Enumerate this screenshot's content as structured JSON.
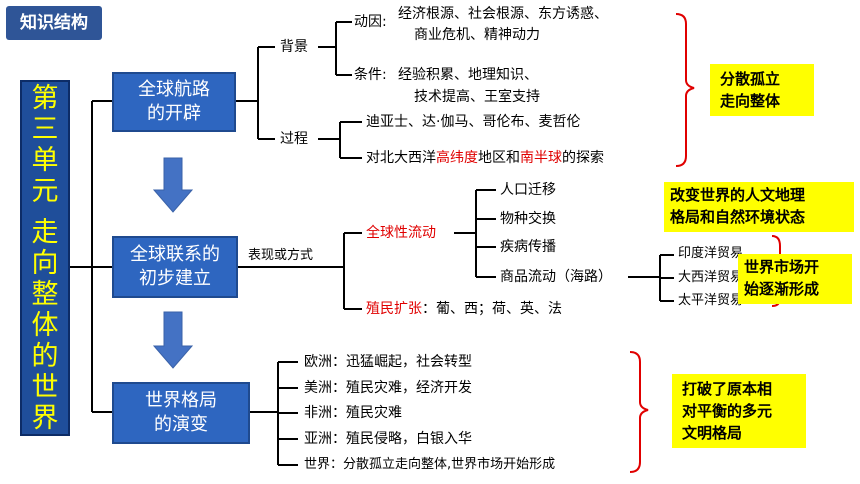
{
  "tag": "知识结构",
  "unit_title": [
    "第",
    "三",
    "单",
    "元",
    "",
    "走",
    "向",
    "整",
    "体",
    "的",
    "世",
    "界"
  ],
  "sections": {
    "s1": {
      "line1": "全球航路",
      "line2": "的开辟"
    },
    "s2": {
      "line1": "全球联系的",
      "line2": "初步建立"
    },
    "s3": {
      "line1": "世界格局",
      "line2": "的演变"
    }
  },
  "s1": {
    "background": "背景",
    "process": "过程",
    "cause_label": "动因:",
    "cause_line1": "经济根源、社会根源、东方诱惑、",
    "cause_line2": "商业危机、精神动力",
    "cond_label": "条件:",
    "cond_line1": "经验积累、地理知识、",
    "cond_line2": "技术提高、王室支持",
    "proc_line1": "迪亚士、达·伽马、哥伦布、麦哲伦",
    "proc_line2_a": "对北大西洋",
    "proc_line2_b": "高纬度",
    "proc_line2_c": "地区和",
    "proc_line2_d": "南半球",
    "proc_line2_e": "的探索",
    "note": [
      "分散孤立",
      "走向整体"
    ]
  },
  "s2": {
    "mode": "表现或方式",
    "flow": "全球性流动",
    "items": [
      "人口迁移",
      "物种交换",
      "疾病传播",
      "商品流动（海路）"
    ],
    "trade": [
      "印度洋贸易",
      "大西洋贸易",
      "太平洋贸易"
    ],
    "colony_label": "殖民扩张",
    "colony_rest": "：葡、西；荷、英、法",
    "note1": [
      "改变世界的人文地理",
      "格局和自然环境状态"
    ],
    "note2": [
      "世界市场开",
      "始逐渐形成"
    ]
  },
  "s3": {
    "items": [
      "欧洲：迅猛崛起，社会转型",
      "美洲：殖民灾难，经济开发",
      "非洲：殖民灾难",
      "亚洲：殖民侵略，白银入华",
      "世界：分散孤立走向整体,世界市场开始形成"
    ],
    "note": [
      "打破了原本相",
      "对平衡的多元",
      "文明格局"
    ]
  },
  "colors": {
    "box": "#2e66c0",
    "unit_bg": "#1f4e9a",
    "unit_text": "#ffff00",
    "note_bg": "#ffff00",
    "red": "#e00000",
    "arrow": "#4472c4"
  }
}
